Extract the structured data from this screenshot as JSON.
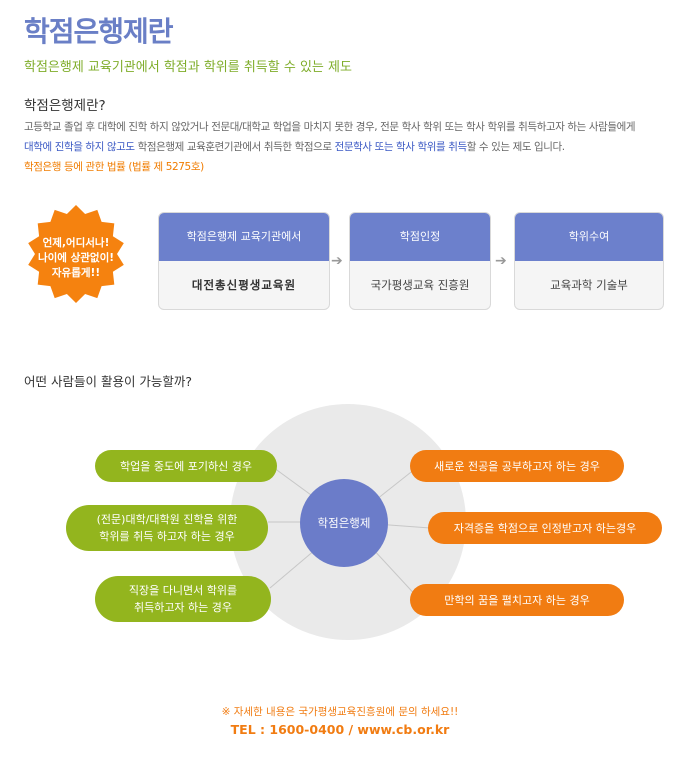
{
  "header": {
    "title": "학점은행제란",
    "subtitle": "학점은행제 교육기관에서 학점과 학위를 취득할 수 있는 제도"
  },
  "intro": {
    "heading": "학점은행제란?",
    "line1": "고등학교 졸업 후 대학에 진학 하지 않았거나 전문대/대학교 학업을 마치지 못한 경우, 전문 학사 학위 또는 학사 학위를 취득하고자 하는 사람들에게",
    "line2_a": "대학에 진학을 하지 않고도",
    "line2_b": " 학점은행제 교육훈련기관에서 취득한 학점으로 ",
    "line2_c": "전문학사 또는 학사 학위를 취득",
    "line2_d": "할 수 있는 제도 입니다.",
    "law": "학점은행 등에 관한 법률 (법률 제 5275호)"
  },
  "badge": {
    "line1": "언제,어디서나!",
    "line2": "나이에 상관없이!",
    "line3": "자유롭게!!"
  },
  "process": [
    {
      "head": "학점은행제 교육기관에서",
      "body": "대전총신평생교육원"
    },
    {
      "head": "학점인정",
      "body": "국가평생교육 진흥원"
    },
    {
      "head": "학위수여",
      "body": "교육과학 기술부"
    }
  ],
  "arrow_glyph": "➔",
  "who": {
    "heading": "어떤 사람들이 활용이 가능할까?",
    "center": "학점은행제",
    "left": [
      [
        "학업을 중도에 포기하신 경우"
      ],
      [
        "(전문)대학/대학원 진학을 위한",
        "학위를 취득 하고자 하는 경우"
      ],
      [
        "직장을 다니면서 학위를",
        "취득하고자 하는 경우"
      ]
    ],
    "right": [
      [
        "새로운 전공을 공부하고자 하는 경우"
      ],
      [
        "자격증을 학점으로 인정받고자 하는경우"
      ],
      [
        "만학의 꿈을 펼치고자 하는 경우"
      ]
    ]
  },
  "footer": {
    "notice": "※ 자세한 내용은 국가평생교육진흥원에 문의 하세요!!",
    "contact": "TEL : 1600-0400 / www.cb.or.kr"
  },
  "colors": {
    "title_blue": "#6a7fc6",
    "subtitle_green": "#7fad2a",
    "accent_orange": "#f17c12",
    "pill_green": "#93b51e",
    "center_circle": "#6b7cc9",
    "card_header": "#6c80cc"
  }
}
